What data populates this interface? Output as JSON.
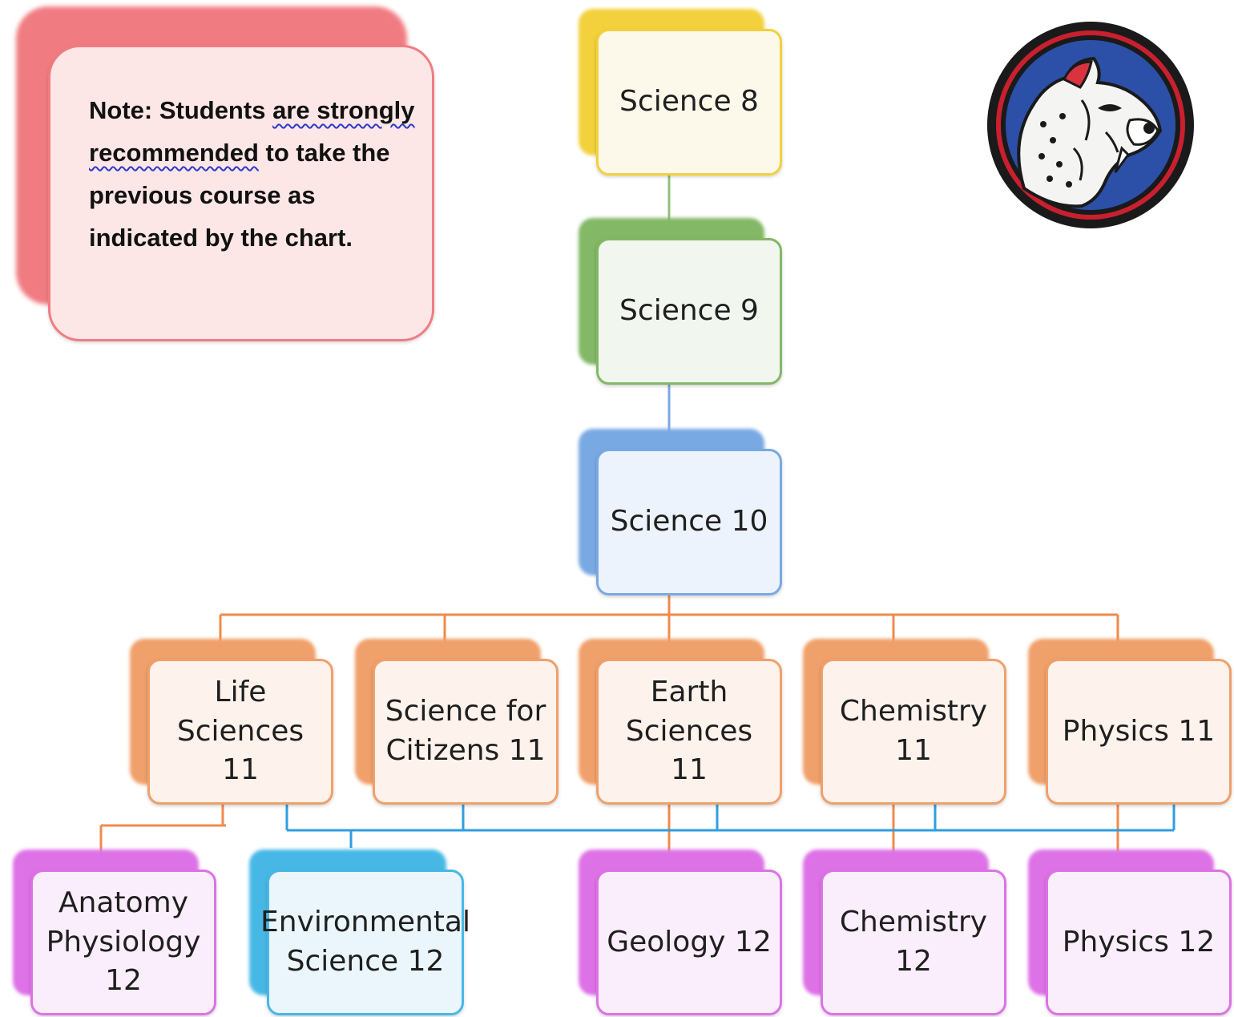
{
  "note": {
    "parts": [
      {
        "text": "Note: Students ",
        "spell": false
      },
      {
        "text": "are strongly",
        "spell": true
      },
      {
        "text": " ",
        "spell": false
      },
      {
        "text": "recommended",
        "spell": true
      },
      {
        "text": " to take the previous course as indicated by the chart.",
        "spell": false
      }
    ]
  },
  "courses": [
    {
      "id": "science-8",
      "label": "Science 8",
      "color": "#f2d13c",
      "fill": "#fdf9ea"
    },
    {
      "id": "science-9",
      "label": "Science 9",
      "color": "#82b866",
      "fill": "#f1f7ee"
    },
    {
      "id": "science-10",
      "label": "Science 10",
      "color": "#79a9e3",
      "fill": "#edf3fc"
    },
    {
      "id": "life-sciences-11",
      "label": "Life Sciences\n11",
      "color": "#f0a06a",
      "fill": "#fdf2ec"
    },
    {
      "id": "science-for-citizens-11",
      "label": "Science for\nCitizens 11",
      "color": "#f0a06a",
      "fill": "#fdf2ec"
    },
    {
      "id": "earth-sciences-11",
      "label": "Earth\nSciences 11",
      "color": "#f0a06a",
      "fill": "#fdf2ec"
    },
    {
      "id": "chemistry-11",
      "label": "Chemistry 11",
      "color": "#f0a06a",
      "fill": "#fdf2ec"
    },
    {
      "id": "physics-11",
      "label": "Physics 11",
      "color": "#f0a06a",
      "fill": "#fdf2ec"
    },
    {
      "id": "anatomy-physiology-12",
      "label": "Anatomy\nPhysiology 12",
      "color": "#dd72e6",
      "fill": "#fbeefc"
    },
    {
      "id": "environmental-science-12",
      "label": "Environmental\nScience 12",
      "color": "#47b8e6",
      "fill": "#eaf6fc"
    },
    {
      "id": "geology-12",
      "label": "Geology 12",
      "color": "#dd72e6",
      "fill": "#fbeefc"
    },
    {
      "id": "chemistry-12",
      "label": "Chemistry 12",
      "color": "#dd72e6",
      "fill": "#fbeefc"
    },
    {
      "id": "physics-12",
      "label": "Physics 12",
      "color": "#dd72e6",
      "fill": "#fbeefc"
    }
  ],
  "connector_colors": {
    "science8_to_9": "#8fc07a",
    "science9_to_10": "#79a9e3",
    "grade11_branch": "#f08a4b",
    "environmental_branch": "#2f9ee0"
  },
  "crest": {
    "ring_color": "#c8202f",
    "field_color": "#2c50a8",
    "border_color": "#1a1a1a"
  }
}
